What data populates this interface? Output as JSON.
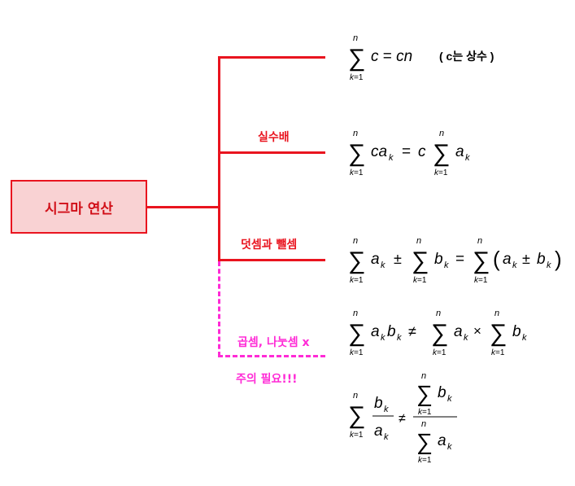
{
  "root": {
    "label": "시그마 연산"
  },
  "branches": [
    {
      "label": ""
    },
    {
      "label": "실수배"
    },
    {
      "label": "덧셈과 뺄셈"
    },
    {
      "label": "곱셈, 나눗셈 x"
    }
  ],
  "caution": "주의 필요!!!",
  "formula_note": "( c는 상수 )",
  "colors": {
    "accent": "#e9141f",
    "root_fill": "#f9d2d3",
    "caution": "#ff2bd6"
  }
}
